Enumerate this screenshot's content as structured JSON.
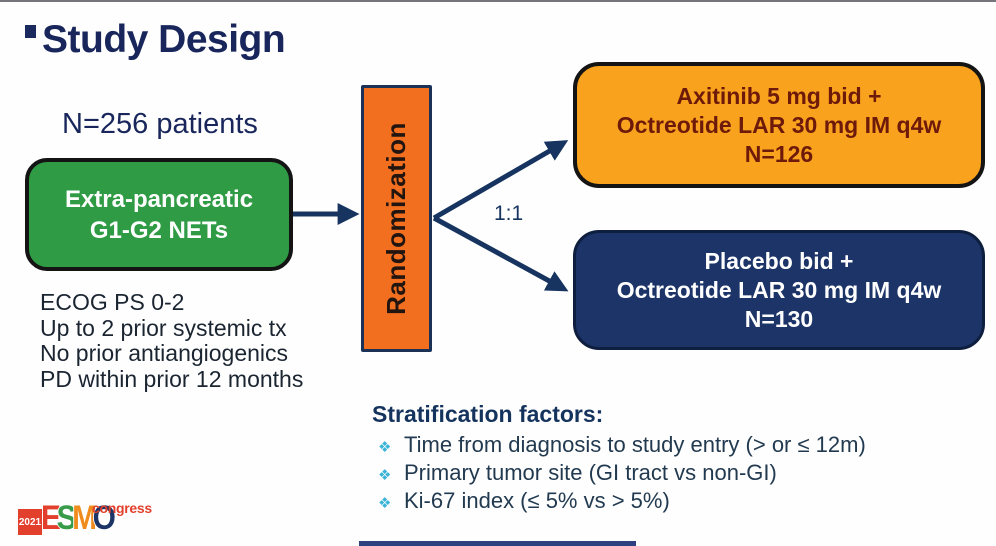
{
  "slide": {
    "title": "Study Design",
    "subtitle": "N=256 patients",
    "population_box": {
      "line1": "Extra-pancreatic",
      "line2": "G1-G2 NETs"
    },
    "randomization": {
      "label": "Randomization",
      "ratio": "1:1"
    },
    "arms": [
      {
        "line1": "Axitinib 5 mg bid +",
        "line2": "Octreotide LAR 30 mg IM q4w",
        "n": "N=126"
      },
      {
        "line1": "Placebo bid +",
        "line2": "Octreotide LAR 30 mg IM q4w",
        "n": "N=130"
      }
    ],
    "eligibility": [
      "ECOG PS 0-2",
      "Up to 2 prior systemic tx",
      "No prior antiangiogenics",
      "PD within prior 12 months"
    ],
    "stratification": {
      "heading": "Stratification factors:",
      "bullet_glyph": "❖",
      "items": [
        "Time from diagnosis to study entry (> or ≤ 12m)",
        "Primary tumor site (GI tract vs non-GI)",
        "Ki-67 index (≤ 5% vs > 5%)"
      ]
    },
    "logo": {
      "year": "2021",
      "e": "E",
      "s": "S",
      "m": "M",
      "o": "O",
      "congress": "congress"
    },
    "colors": {
      "title_navy": "#18265b",
      "green_box": "#2f9b45",
      "randomization_orange": "#f26f1f",
      "arm_orange": "#f9a21d",
      "arm_orange_text": "#6e1a0a",
      "arm_navy": "#1c3467",
      "arrow_navy": "#16345f",
      "bullet_cyan": "#3cb4d8",
      "logo_red": "#e2402c",
      "logo_green": "#389b4a",
      "logo_orange": "#f08c1e",
      "logo_navy": "#1c3566"
    }
  }
}
